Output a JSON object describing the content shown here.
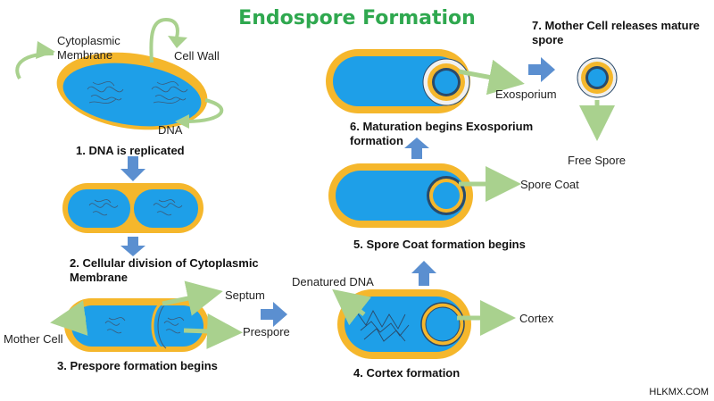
{
  "title": "Endospore Formation",
  "colors": {
    "title": "#2fa84f",
    "cell_body": "#1e9fe8",
    "cell_wall": "#f5b72c",
    "flow_arrow": "#5b8fd0",
    "label_arrow": "#a9d18e",
    "dna": "#3b5b7a"
  },
  "steps": {
    "s1": "1. DNA is replicated",
    "s2": "2. Cellular division of Cytoplasmic Membrane",
    "s3": "3. Prespore formation begins",
    "s4": "4. Cortex formation",
    "s5": "5. Spore Coat formation begins",
    "s6": "6. Maturation begins Exosporium formation",
    "s7": "7. Mother Cell releases mature spore"
  },
  "labels": {
    "cytoplasmic_membrane": "Cytoplasmic Membrane",
    "cell_wall": "Cell Wall",
    "dna": "DNA",
    "septum": "Septum",
    "mother_cell": "Mother Cell",
    "prespore": "Prespore",
    "denatured_dna": "Denatured DNA",
    "cortex": "Cortex",
    "spore_coat": "Spore Coat",
    "exosporium": "Exosporium",
    "free_spore": "Free Spore"
  },
  "watermark": "HLKMX.COM"
}
